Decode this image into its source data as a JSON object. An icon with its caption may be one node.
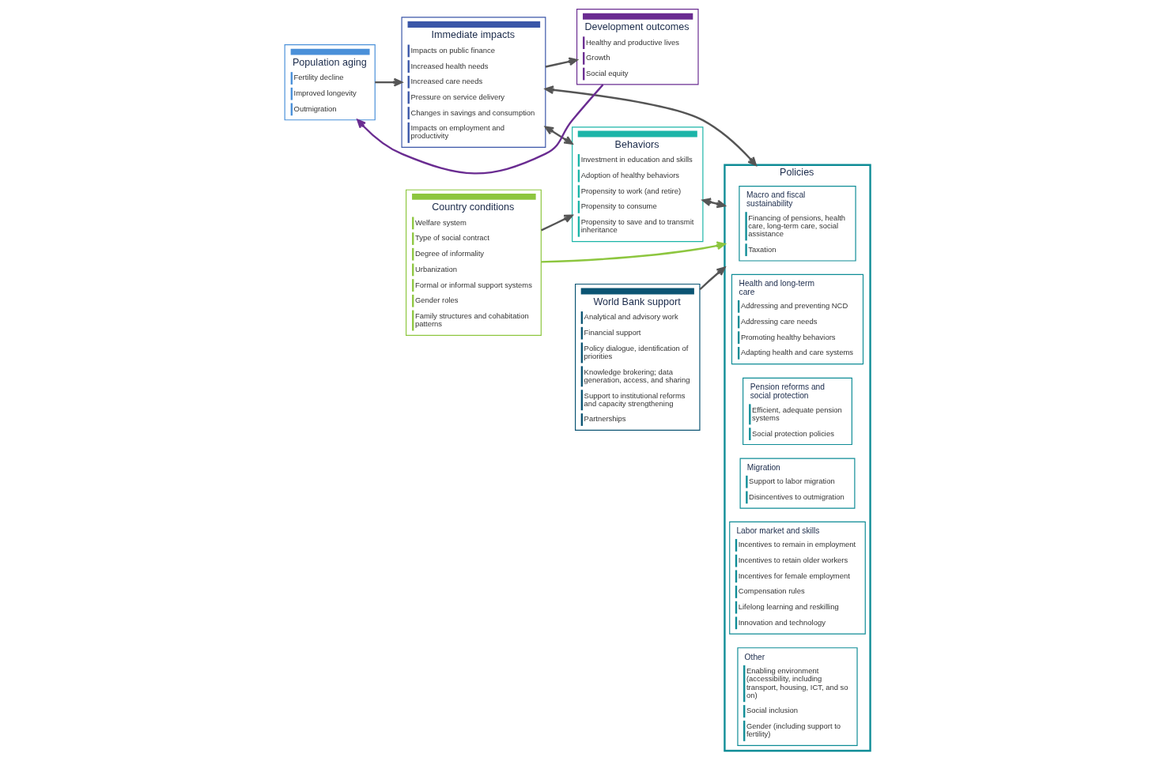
{
  "diagram": {
    "nodes": [
      {
        "text": [
          "Population aging",
          "Fertility decline",
          "Improved longevity",
          "Outmigration"
        ]
      },
      {
        "text": [
          "Immediate impacts",
          "Impacts on public finance",
          "Increased health needs",
          "Increased care needs",
          "Pressure on service delivery",
          "Changes in savings and consumption",
          "Impacts on employment and productivity"
        ]
      },
      {
        "text": [
          "Development outcomes",
          "Healthy and productive lives",
          "Growth",
          "Social equity"
        ]
      },
      {
        "text": [
          "Country conditions",
          "Welfare system",
          "Type of social contract",
          "Degree of informality",
          "Urbanization",
          "Formal or informal support systems",
          "Gender roles",
          "Family structures and cohabitation patterns"
        ]
      },
      {
        "text": [
          "Behaviors",
          "Investment in education and skills",
          "Adoption of healthy behaviors",
          "Propensity to work (and retire)",
          "Propensity to consume",
          "Propensity to save and to transmit inheritance"
        ]
      },
      {
        "text": [
          "Policies"
        ]
      },
      {
        "text": [
          "Macro and fiscal sustainability",
          "Financing of pensions, health care, long-term care, social assistance",
          "Taxation"
        ],
        "in": 5
      },
      {
        "text": [
          "Health and long-term care",
          "Addressing and preventing NCD",
          "Addressing care needs",
          "Promoting healthy behaviors",
          "Adapting health and care systems"
        ],
        "in": 5
      },
      {
        "text": [
          "Pension reforms and social protection",
          "Efficient, adequate pension systems",
          "Social protection policies"
        ],
        "in": 5
      },
      {
        "text": [
          "Migration",
          "Support to labor migration",
          "Disincentives to outmigration"
        ],
        "in": 5
      },
      {
        "text": [
          "Labor market and skills",
          "Incentives to remain in employment",
          "Incentives to retain older workers",
          "Incentives for female employment",
          "Compensation rules",
          "Lifelong learning and reskilling",
          "Innovation and technology"
        ],
        "in": 5
      },
      {
        "text": [
          "Other",
          "Enabling environment (accessibility, including transport, housing, ICT, and so on)",
          "Social inclusion",
          "Gender (including support to fertility)"
        ],
        "in": 5
      },
      {
        "text": [
          "World Bank support",
          "Analytical and advisory work",
          "Financial support",
          "Policy dialogue, identification of priorities",
          "Knowledge brokering; data generation, access, and sharing",
          "Support to institutional reforms and capacity strengthening",
          "Partnerships"
        ]
      }
    ],
    "edges": [
      {
        "from": 0,
        "to": 1,
        "arrow": "to"
      },
      {
        "from": 1,
        "to": 2,
        "arrow": "to"
      },
      {
        "from": 2,
        "to": 0,
        "arrow": "to",
        "color": "#6a2c91"
      },
      {
        "from": 1,
        "to": 4,
        "arrow": "both"
      },
      {
        "from": 1,
        "to": 5,
        "arrow": "both"
      },
      {
        "from": 3,
        "to": 4,
        "arrow": "to"
      },
      {
        "from": 4,
        "to": 5,
        "arrow": "both"
      },
      {
        "from": 3,
        "to": 5,
        "arrow": "to",
        "color": "#8dc63f"
      },
      {
        "from": 12,
        "to": 5,
        "arrow": "to"
      }
    ]
  }
}
